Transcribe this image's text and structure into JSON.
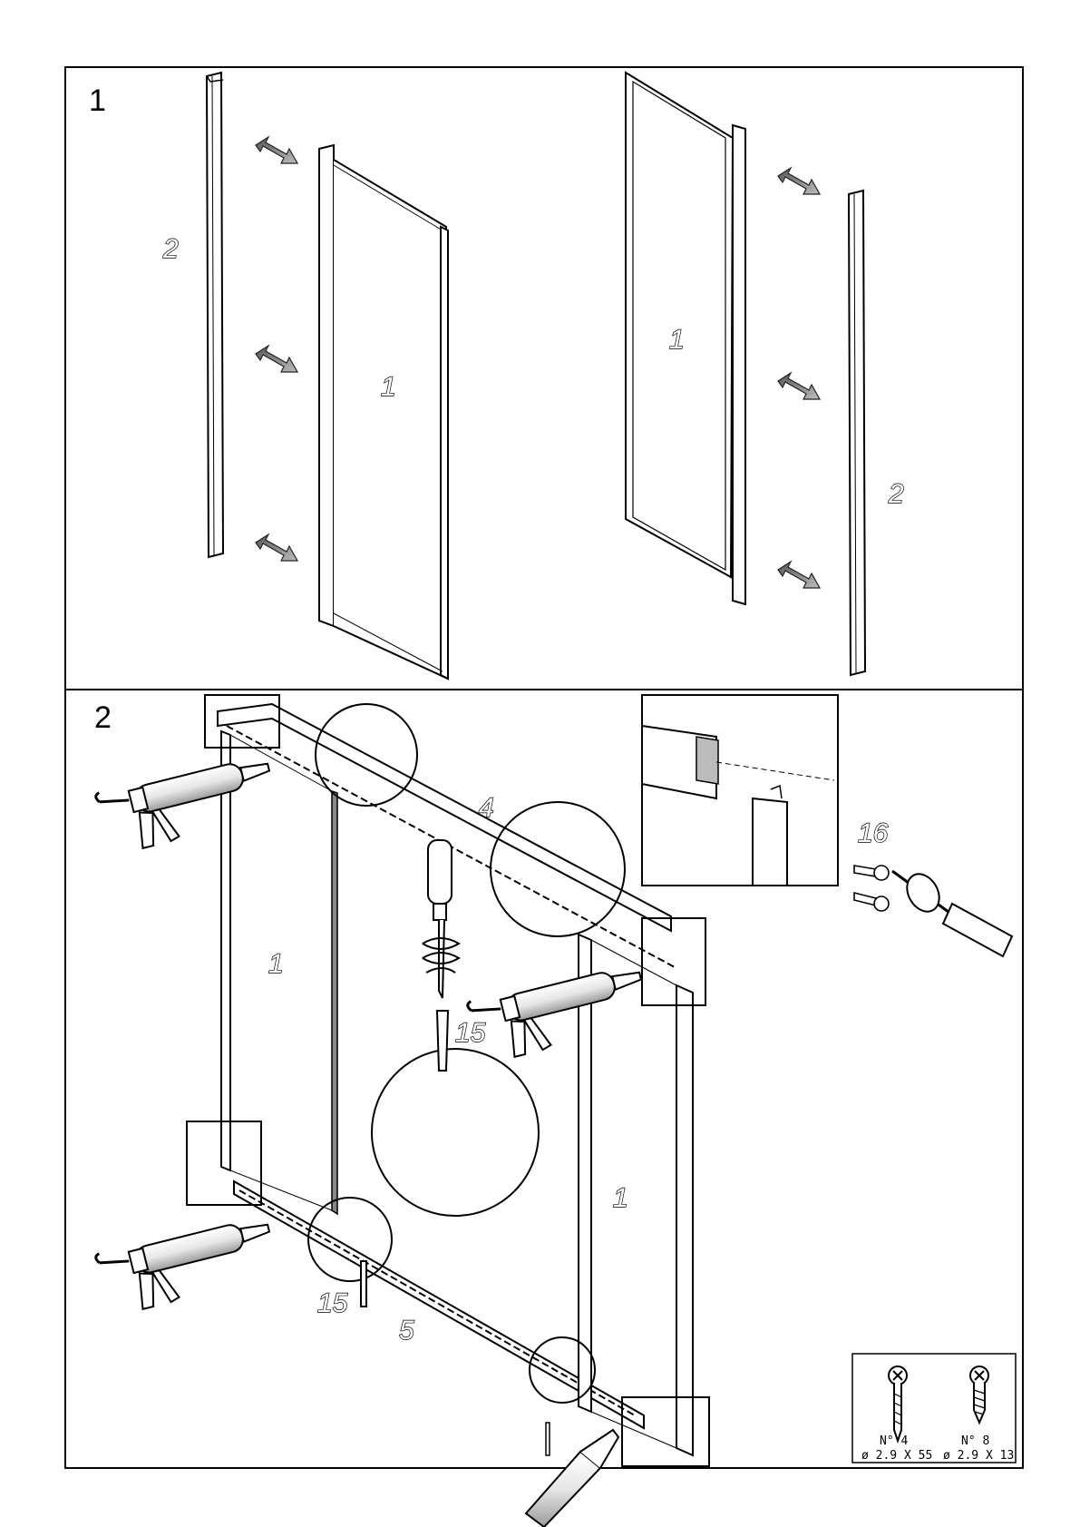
{
  "steps": [
    {
      "number": "1",
      "labels": {
        "left_profile": "2",
        "left_panel": "1",
        "right_panel": "1",
        "right_profile": "2"
      }
    },
    {
      "number": "2",
      "labels": {
        "top_rail": "4",
        "bottom_rail": "5",
        "left_panel": "1",
        "right_panel": "1",
        "screw_center": "15",
        "screw_bottom": "15",
        "screw_detail": "16"
      }
    }
  ],
  "hardware_legend": [
    {
      "qty": "N° 4",
      "size": "ø 2.9 X 55"
    },
    {
      "qty": "N° 8",
      "size": "ø 2.9 X 13"
    }
  ],
  "icons": [
    "double-arrow-icon",
    "silicone-gun-icon",
    "screwdriver-icon",
    "screw-icon",
    "magnifier-circle-icon"
  ]
}
